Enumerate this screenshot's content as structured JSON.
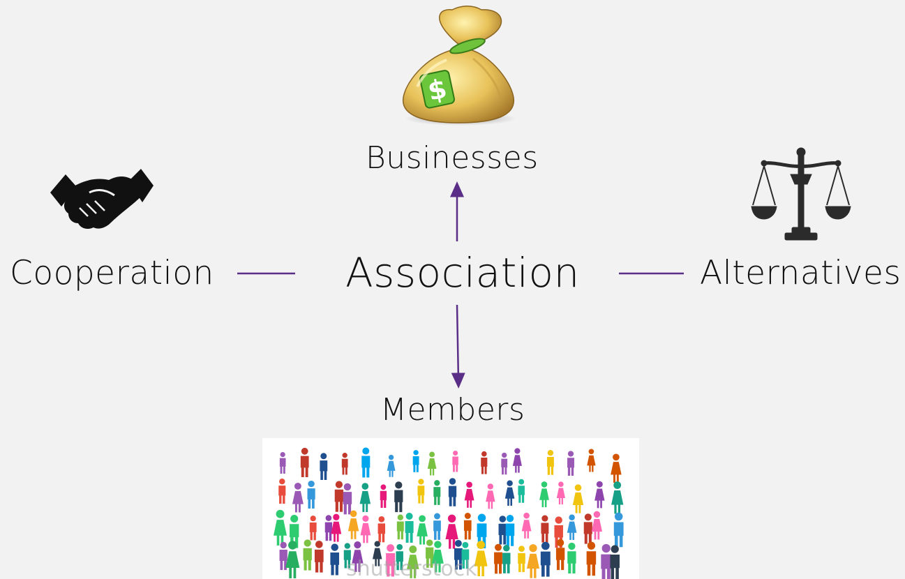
{
  "diagram": {
    "center": "Association",
    "top": "Businesses",
    "left": "Cooperation",
    "right": "Alternatives",
    "bottom": "Members"
  },
  "colors": {
    "background": "#f2f2f2",
    "connector": "#5a2d86",
    "text": "#111111"
  },
  "icons": {
    "top": "money-bag-icon",
    "left": "handshake-icon",
    "right": "balance-scales-icon",
    "bottom": "crowd-of-people-image"
  },
  "watermark": "shutterstock"
}
